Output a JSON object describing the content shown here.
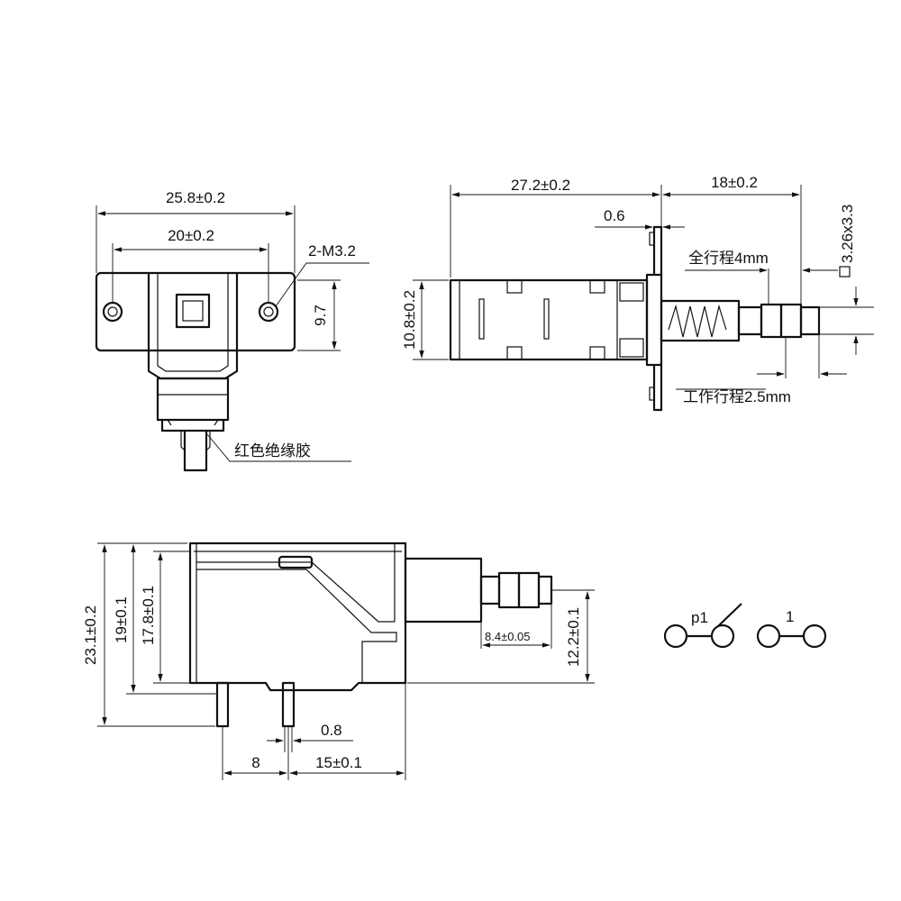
{
  "front_view": {
    "width_label": "25.8±0.2",
    "hole_spacing_label": "20±0.2",
    "hole_callout": "2-M3.2",
    "height_label": "9.7",
    "insulation_note": "红色绝缘胶"
  },
  "side_view": {
    "body_length_label": "27.2±0.2",
    "plunger_length_label": "18±0.2",
    "bracket_thickness_label": "0.6",
    "plunger_square_label": "3.26x3.3",
    "body_height_label": "10.8±0.2",
    "full_travel_label": "全行程4mm",
    "working_travel_label": "工作行程2.5mm"
  },
  "bottom_view": {
    "total_height_label": "23.1±0.2",
    "height2_label": "19±0.1",
    "height3_label": "17.8±0.1",
    "plunger_dia_label": "8.4±0.05",
    "plunger_height_label": "12.2±0.1",
    "pin_width_label": "0.8",
    "pin_offset_label": "8",
    "pin_spacing_label": "15±0.1"
  },
  "schematic": {
    "label_p1": "p1",
    "label_1": "1"
  }
}
